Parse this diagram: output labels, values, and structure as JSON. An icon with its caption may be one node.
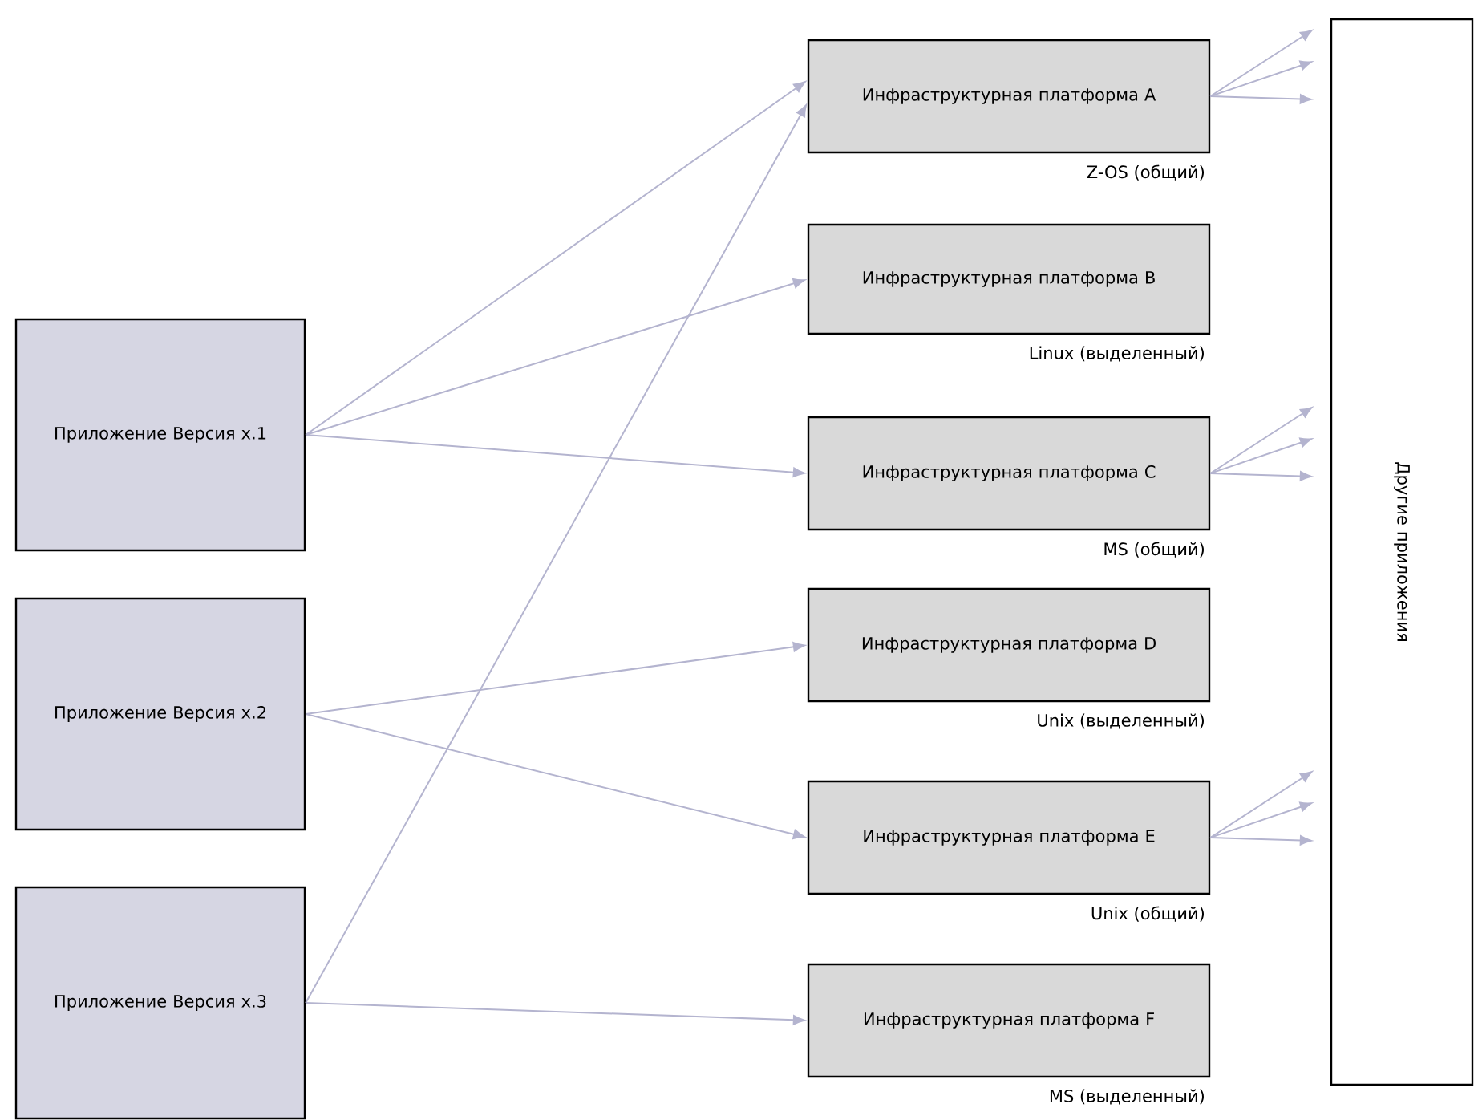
{
  "diagram": {
    "nodes": [
      {
        "text": [
          "Приложение Версия x.1"
        ]
      },
      {
        "text": [
          "Приложение Версия x.2"
        ]
      },
      {
        "text": [
          "Приложение Версия x.3"
        ]
      },
      {
        "text": [
          "Инфраструктурная платформа A"
        ],
        "beside": [
          "Z-OS (общий)"
        ]
      },
      {
        "text": [
          "Инфраструктурная платформа B"
        ],
        "beside": [
          "Linux (выделенный)"
        ]
      },
      {
        "text": [
          "Инфраструктурная платформа C"
        ],
        "beside": [
          "MS (общий)"
        ]
      },
      {
        "text": [
          "Инфраструктурная платформа D"
        ],
        "beside": [
          "Unix (выделенный)"
        ]
      },
      {
        "text": [
          "Инфраструктурная платформа E"
        ],
        "beside": [
          "Unix (общий)"
        ]
      },
      {
        "text": [
          "Инфраструктурная платформа F"
        ],
        "beside": [
          "MS (выделенный)"
        ]
      },
      {
        "text": [
          "Другие приложения"
        ]
      }
    ],
    "edges": [
      {
        "from": 0,
        "to": 3,
        "arrow": "to"
      },
      {
        "from": 0,
        "to": 4,
        "arrow": "to"
      },
      {
        "from": 0,
        "to": 5,
        "arrow": "to"
      },
      {
        "from": 1,
        "to": 6,
        "arrow": "to"
      },
      {
        "from": 1,
        "to": 7,
        "arrow": "to"
      },
      {
        "from": 2,
        "to": 3,
        "arrow": "to"
      },
      {
        "from": 2,
        "to": 8,
        "arrow": "to"
      },
      {
        "from": 3,
        "to": 9,
        "arrow": "to"
      },
      {
        "from": 3,
        "to": 9,
        "arrow": "to"
      },
      {
        "from": 3,
        "to": 9,
        "arrow": "to"
      },
      {
        "from": 5,
        "to": 9,
        "arrow": "to"
      },
      {
        "from": 5,
        "to": 9,
        "arrow": "to"
      },
      {
        "from": 5,
        "to": 9,
        "arrow": "to"
      },
      {
        "from": 7,
        "to": 9,
        "arrow": "to"
      },
      {
        "from": 7,
        "to": 9,
        "arrow": "to"
      },
      {
        "from": 7,
        "to": 9,
        "arrow": "to"
      }
    ]
  }
}
